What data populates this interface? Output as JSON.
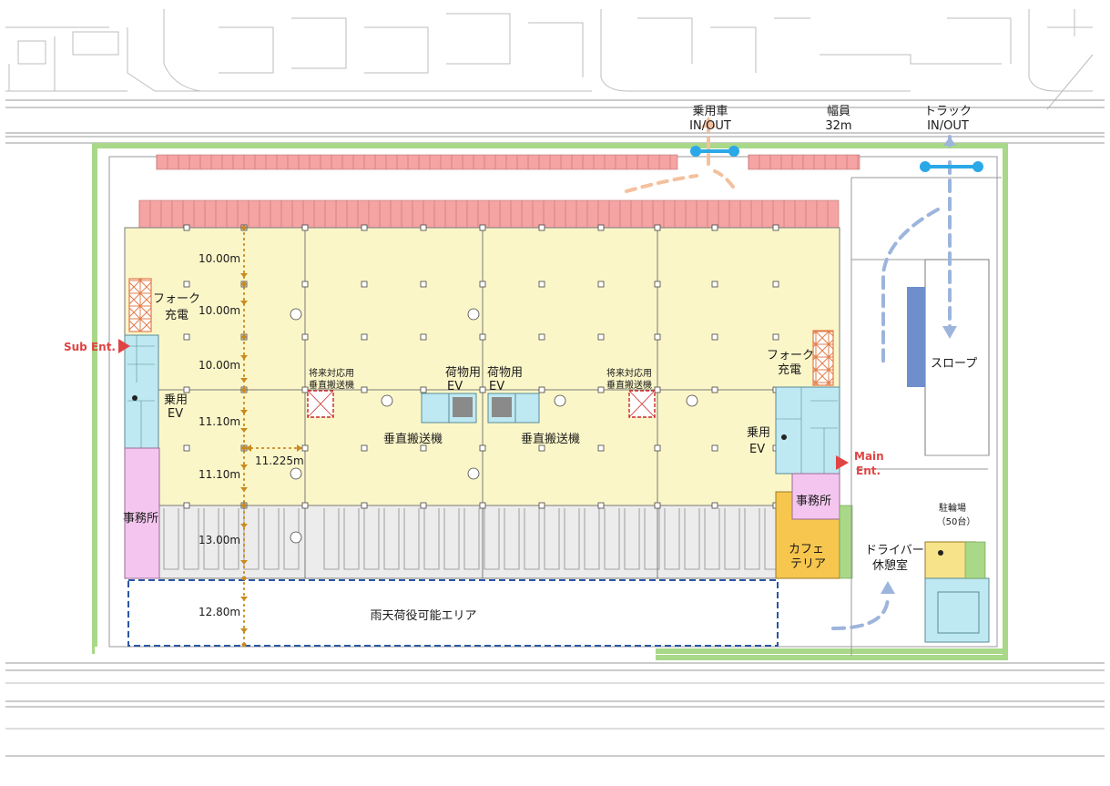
{
  "road": {
    "car_label": "乗用車",
    "car_inout": "IN/OUT",
    "width_label": "幅員",
    "width_value": "32m",
    "truck_label": "トラック",
    "truck_inout": "IN/OUT"
  },
  "entrances": {
    "sub": "Sub Ent.",
    "main_line1": "Main",
    "main_line2": "Ent."
  },
  "rooms": {
    "fork_left_1": "フォーク",
    "fork_left_2": "充電",
    "fork_right_1": "フォーク",
    "fork_right_2": "充電",
    "ev_left_1": "乗用",
    "ev_left_2": "EV",
    "ev_right_1": "乗用",
    "ev_right_2": "EV",
    "cargo_ev_1_line1": "荷物用",
    "cargo_ev_1_line2": "EV",
    "cargo_ev_2_line1": "荷物用",
    "cargo_ev_2_line2": "EV",
    "future_conveyor_1_line1": "将来対応用",
    "future_conveyor_1_line2": "垂直搬送機",
    "future_conveyor_2_line1": "将来対応用",
    "future_conveyor_2_line2": "垂直搬送機",
    "conveyor_1": "垂直搬送機",
    "conveyor_2": "垂直搬送機",
    "office_left": "事務所",
    "office_right": "事務所",
    "cafeteria_line1": "カフェ",
    "cafeteria_line2": "テリア",
    "driver_line1": "ドライバー",
    "driver_line2": "休憩室",
    "slope": "スロープ",
    "bike_parking_line1": "駐輪場",
    "bike_parking_line2": "（50台）",
    "rain_area": "雨天荷役可能エリア"
  },
  "dimensions": {
    "d1": "10.00m",
    "d2": "10.00m",
    "d3": "10.00m",
    "d4": "11.10m",
    "d5": "11.10m",
    "d6": "13.00m",
    "d7": "12.80m",
    "d_span": "11.225m"
  },
  "colors": {
    "warehouse": "#fbf6c8",
    "parking_strip": "#f5a3a3",
    "green_border": "#a8d888",
    "cyan_core": "#bfe9f2",
    "office_pink": "#f4c6ef",
    "cafeteria": "#f7c64e",
    "slope_blue": "#6e8fcc",
    "dim_dots": "#c98a1e",
    "arrow_blue": "#9db5dc",
    "arrow_peach": "#f5c09d",
    "rain_dash": "#2a56a4",
    "entrance_red": "#e04545",
    "node_blue": "#2aa8e8"
  },
  "icons": [
    "column-marker-icon",
    "ss-marker-icon",
    "entrance-arrow-icon",
    "dimension-arrow-icon",
    "flow-arrow-icon"
  ]
}
